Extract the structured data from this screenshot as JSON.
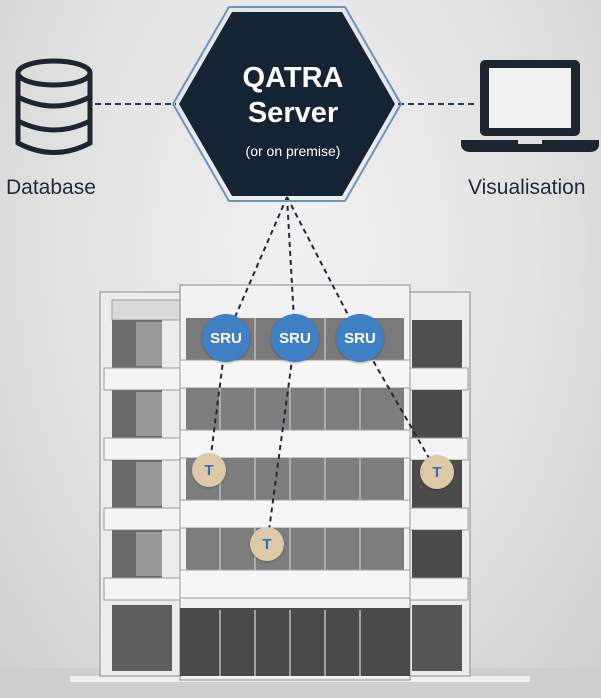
{
  "server": {
    "title_line1": "QATRA",
    "title_line2": "Server",
    "subtitle": "(or on premise)"
  },
  "left_node": {
    "label": "Database",
    "icon": "database-icon"
  },
  "right_node": {
    "label": "Visualisation",
    "icon": "laptop-icon"
  },
  "sru_units": [
    {
      "label": "SRU"
    },
    {
      "label": "SRU"
    },
    {
      "label": "SRU"
    }
  ],
  "sensors": [
    {
      "label": "T"
    },
    {
      "label": "T"
    },
    {
      "label": "T"
    }
  ],
  "colors": {
    "server_fill": "#142433",
    "server_border": "#5a86b8",
    "sru": "#3f7fc3",
    "sensor": "#dcc9a8",
    "sensor_text": "#2f6fb5"
  }
}
